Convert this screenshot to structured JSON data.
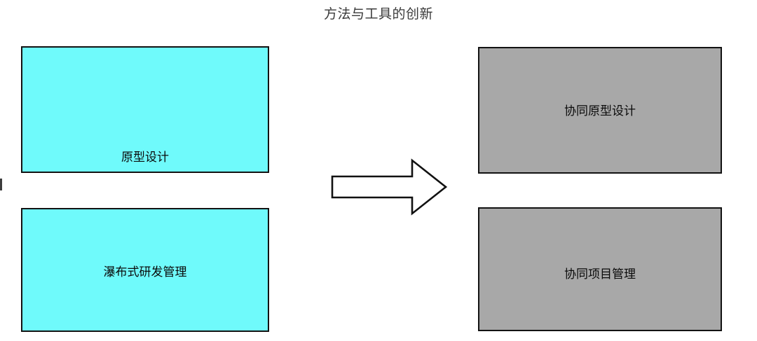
{
  "slide": {
    "title": "方法与工具的创新",
    "background_color": "#ffffff",
    "title_color": "#3a3a3a"
  },
  "palette": {
    "legacy_fill": "#6ffafb",
    "new_fill": "#a8a8a8",
    "border": "#121212",
    "arrow_fill": "#ffffff",
    "arrow_stroke": "#111111"
  },
  "diagram": {
    "type": "before-after-transition",
    "left_column": {
      "name": "legacy-practices",
      "boxes": [
        {
          "label": "原型设计"
        },
        {
          "label": "瀑布式研发管理"
        }
      ]
    },
    "connector": {
      "name": "transition-arrow",
      "direction": "right",
      "style": "block-arrow-outline"
    },
    "right_column": {
      "name": "new-practices",
      "boxes": [
        {
          "label": "协同原型设计"
        },
        {
          "label": "协同项目管理"
        }
      ]
    }
  }
}
